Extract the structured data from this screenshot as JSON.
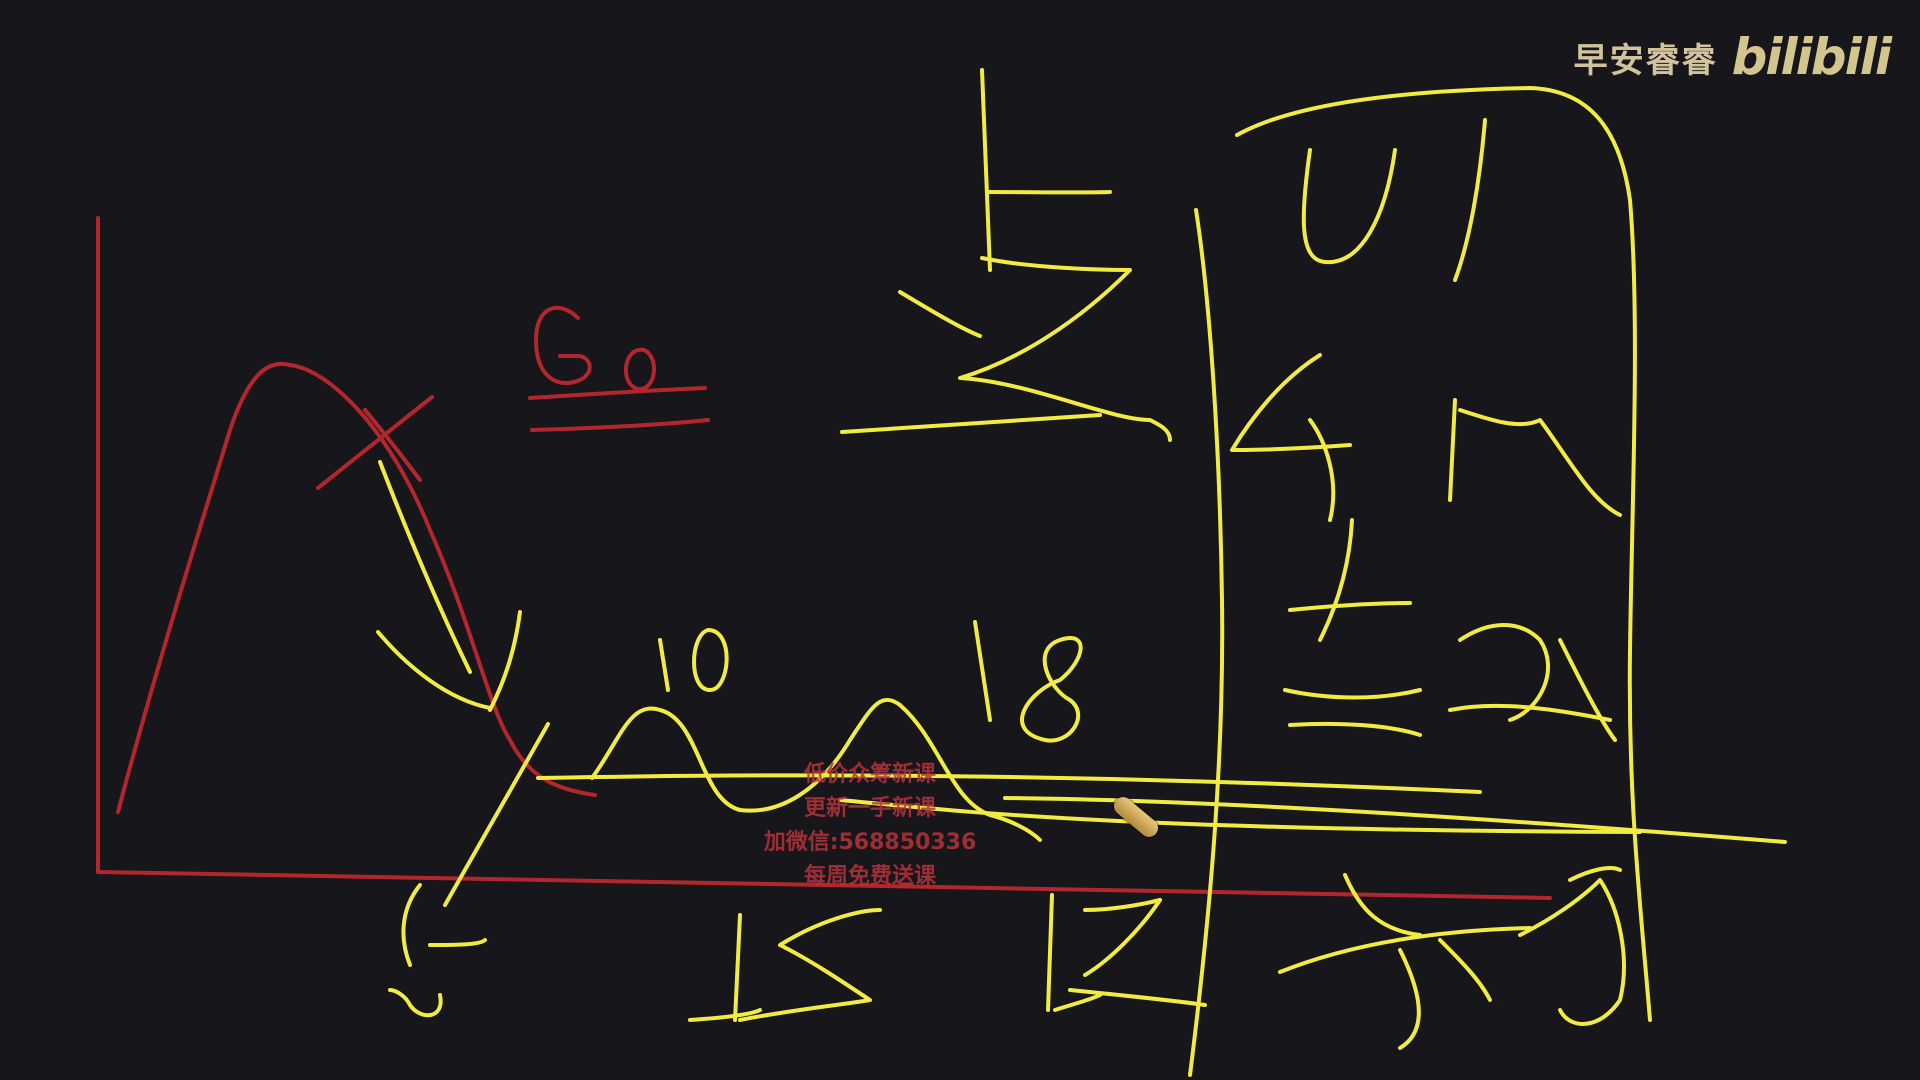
{
  "watermark": {
    "channel": "早安睿睿",
    "logo": "bilibili"
  },
  "overlay": {
    "lines": [
      "低价众筹新课",
      "更新一手新课",
      "加微信:568850336",
      "每周免费送课"
    ]
  },
  "colors": {
    "background": "#16161b",
    "red_ink": "#b3262e",
    "yellow_ink": "#f2ec42",
    "watermark": "#d2c39c"
  },
  "icons": {
    "cursor": "pen-cursor-icon"
  }
}
